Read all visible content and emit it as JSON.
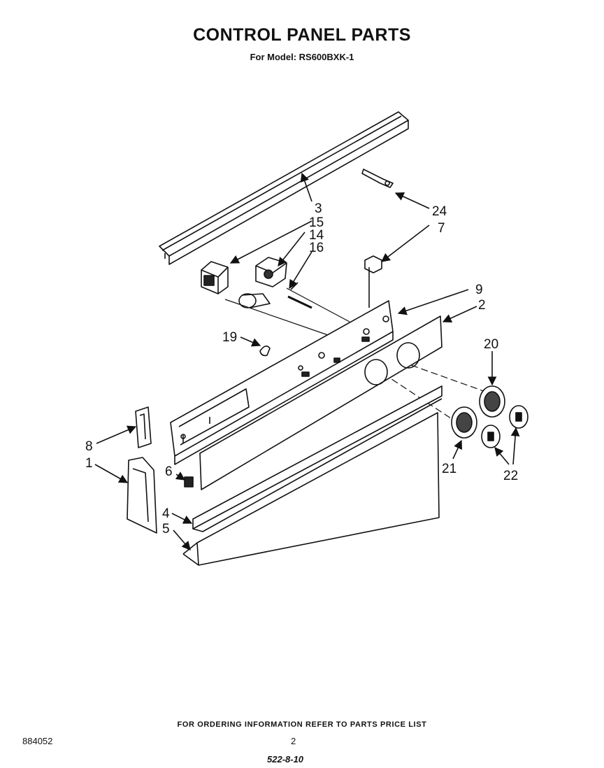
{
  "header": {
    "title": "CONTROL PANEL PARTS",
    "model": "For Model: RS600BXK-1"
  },
  "callouts": [
    {
      "id": "c3",
      "text": "3"
    },
    {
      "id": "c15",
      "text": "15"
    },
    {
      "id": "c14",
      "text": "14"
    },
    {
      "id": "c16",
      "text": "16"
    },
    {
      "id": "c24",
      "text": "24"
    },
    {
      "id": "c7",
      "text": "7"
    },
    {
      "id": "c9",
      "text": "9"
    },
    {
      "id": "c2",
      "text": "2"
    },
    {
      "id": "c19",
      "text": "19"
    },
    {
      "id": "c20",
      "text": "20"
    },
    {
      "id": "c8",
      "text": "8"
    },
    {
      "id": "c1",
      "text": "1"
    },
    {
      "id": "c6",
      "text": "6"
    },
    {
      "id": "c21",
      "text": "21"
    },
    {
      "id": "c22",
      "text": "22"
    },
    {
      "id": "c4",
      "text": "4"
    },
    {
      "id": "c5",
      "text": "5"
    }
  ],
  "footer": {
    "ordering_note": "FOR ORDERING INFORMATION REFER TO PARTS PRICE LIST",
    "doc_number": "884052",
    "page_number": "2",
    "code": "522-8-10"
  }
}
